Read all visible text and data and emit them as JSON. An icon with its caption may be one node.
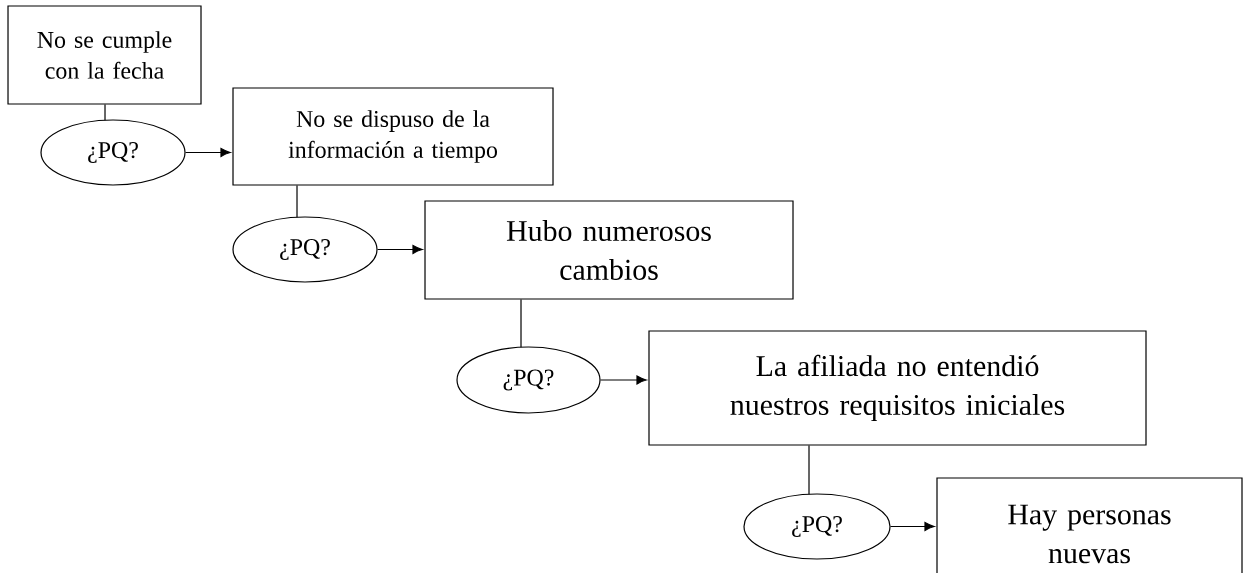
{
  "diagram": {
    "nodes": [
      {
        "text": [
          "No se cumple con la fecha"
        ]
      },
      {
        "text": [
          "¿PQ?"
        ]
      },
      {
        "text": [
          "No se dispuso de la información a tiempo"
        ]
      },
      {
        "text": [
          "¿PQ?"
        ]
      },
      {
        "text": [
          "Hubo numerosos cambios"
        ]
      },
      {
        "text": [
          "¿PQ?"
        ]
      },
      {
        "text": [
          "La afiliada no entendió nuestros requisitos iniciales"
        ]
      },
      {
        "text": [
          "¿PQ?"
        ]
      },
      {
        "text": [
          "Hay personas nuevas"
        ]
      }
    ],
    "edges": [
      {
        "from": 0,
        "to": 1,
        "arrow": "none"
      },
      {
        "from": 1,
        "to": 2,
        "arrow": "to"
      },
      {
        "from": 2,
        "to": 3,
        "arrow": "none"
      },
      {
        "from": 3,
        "to": 4,
        "arrow": "to"
      },
      {
        "from": 4,
        "to": 5,
        "arrow": "none"
      },
      {
        "from": 5,
        "to": 6,
        "arrow": "to"
      },
      {
        "from": 6,
        "to": 7,
        "arrow": "none"
      },
      {
        "from": 7,
        "to": 8,
        "arrow": "to"
      }
    ]
  }
}
